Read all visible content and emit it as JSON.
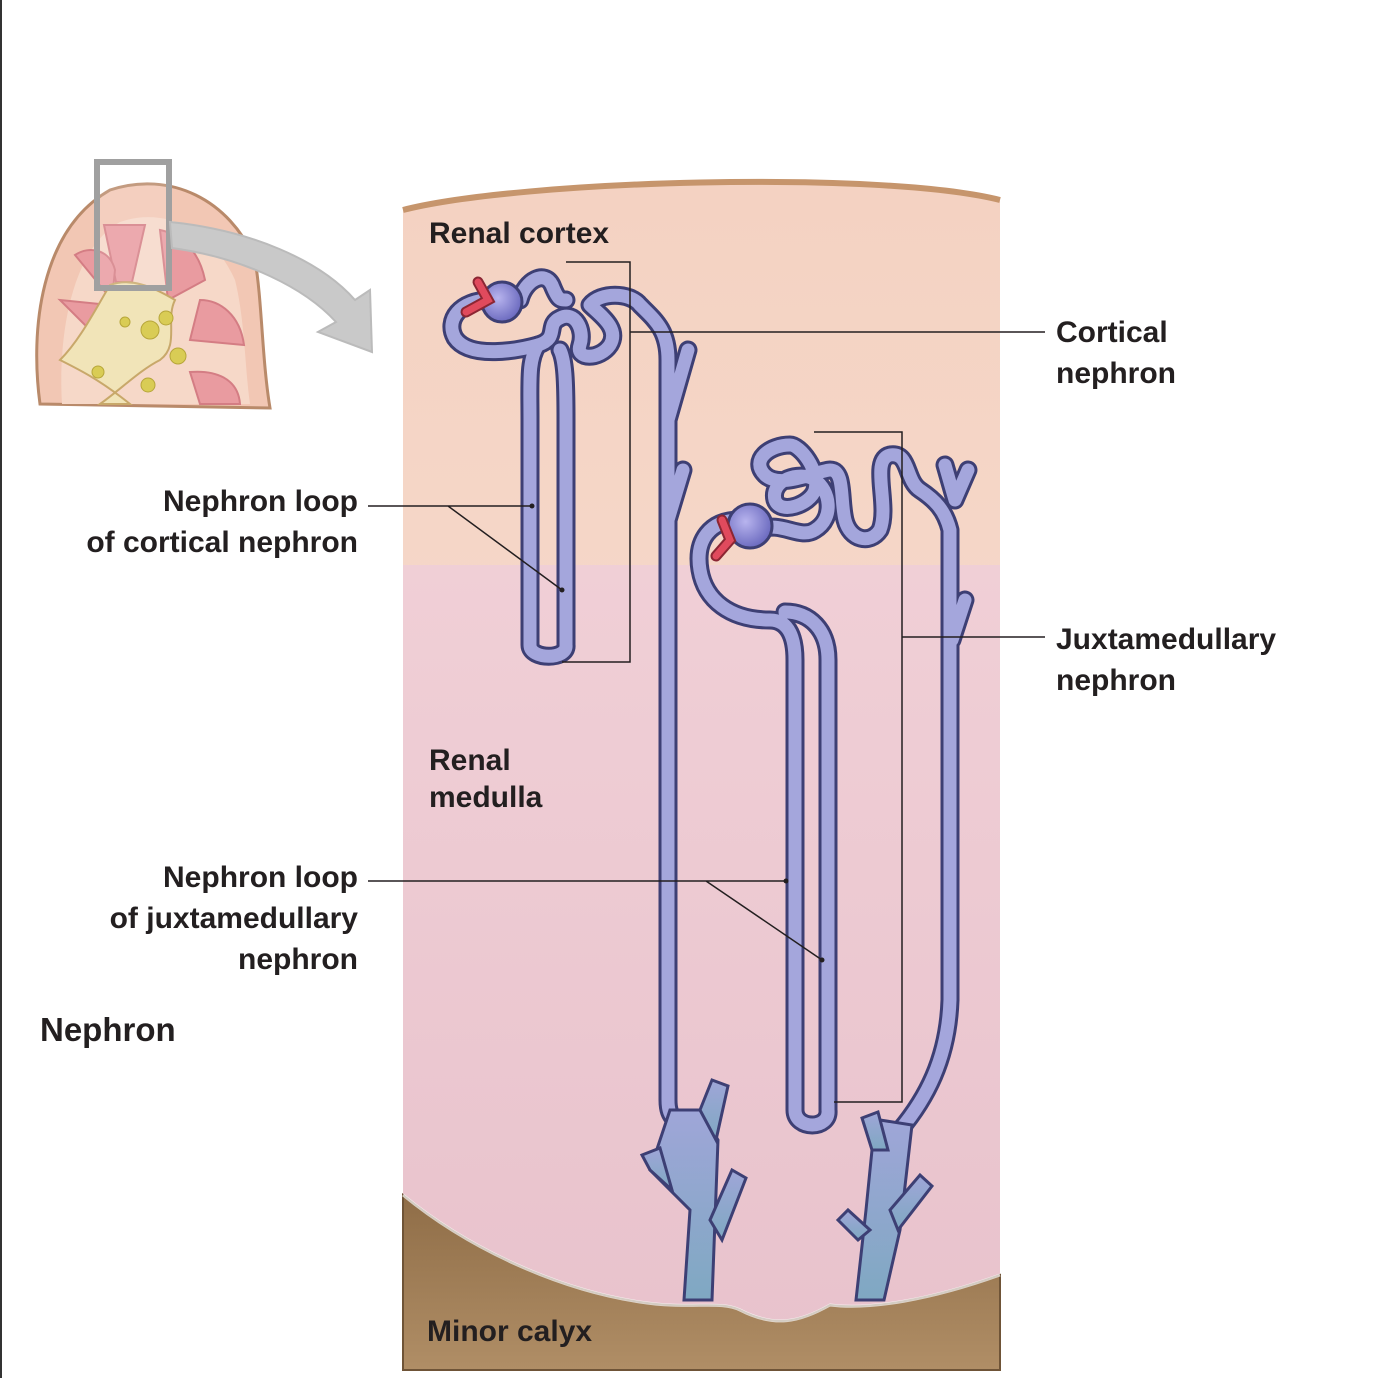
{
  "figure_title": "Nephron",
  "labels": {
    "renal_cortex": "Renal cortex",
    "renal_medulla": [
      "Renal",
      "medulla"
    ],
    "minor_calyx": "Minor calyx",
    "cortical_nephron": [
      "Cortical",
      "nephron"
    ],
    "juxtamedullary_nephron": [
      "Juxtamedullary",
      "nephron"
    ],
    "loop_cortical": [
      "Nephron loop",
      "of cortical nephron"
    ],
    "loop_juxtamedullary": [
      "Nephron loop",
      "of juxtamedullary",
      "nephron"
    ]
  },
  "colors": {
    "cortex": "#f6d6c8",
    "medulla": "#ecc9d2",
    "calyx": "#a07f57",
    "tubule": "#9d9fd6",
    "tubule_outline": "#3d3f74",
    "collecting_duct_end": "#8fb0c6",
    "arteriole": "#e04a5d",
    "capsule_edge": "#c6956c"
  }
}
